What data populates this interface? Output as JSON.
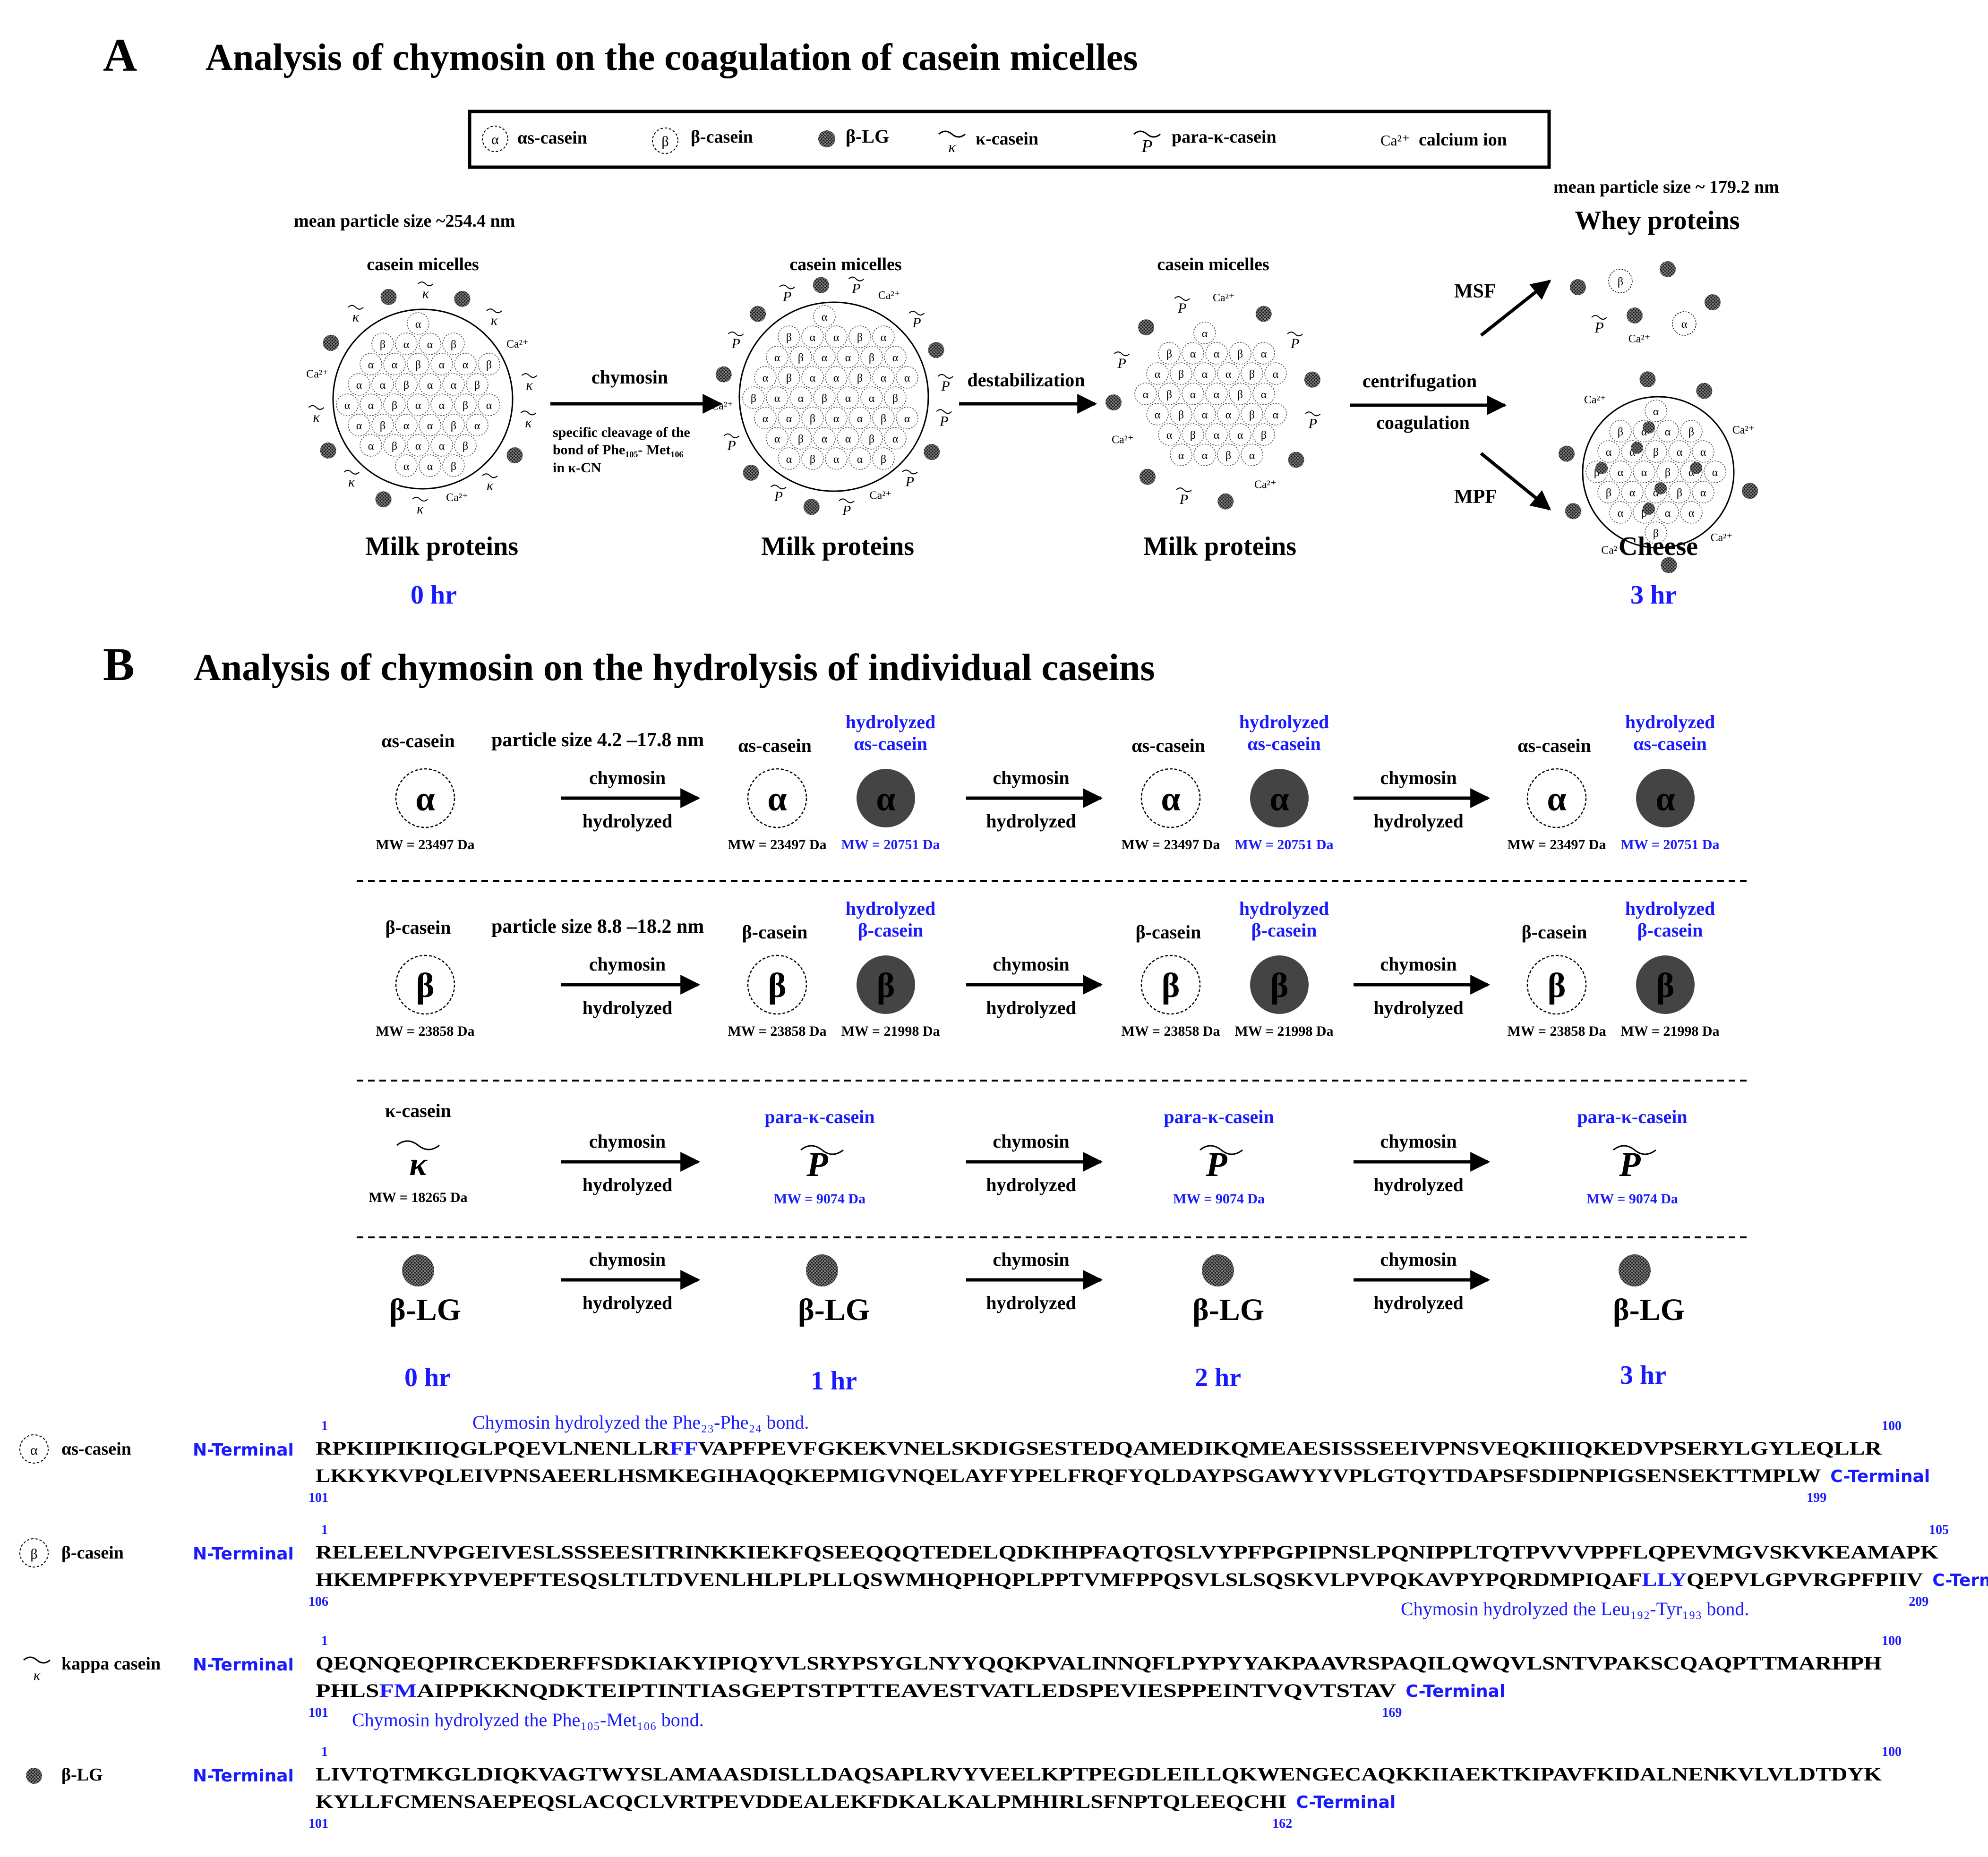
{
  "colors": {
    "ink": "#000000",
    "accent": "#1a1aff",
    "dark_protein": "#444444",
    "grey": "#8a8a8a"
  },
  "panel_a": {
    "letter": "A",
    "title": "Analysis of chymosin on the coagulation of casein micelles",
    "legend": {
      "as_glyph": "α",
      "as_label": "αs-casein",
      "b_glyph": "β",
      "b_label": "β-casein",
      "blg_label": "β-LG",
      "k_glyph": "κ",
      "k_label": "κ-casein",
      "p_glyph": "P",
      "p_label": "para-κ-casein",
      "ca_glyph": "Ca²⁺",
      "ca_label": "calcium ion"
    },
    "mean_size_left": "mean particle size ~254.4 nm",
    "mean_size_right": "mean particle size ~ 179.2 nm",
    "whey_title": "Whey proteins",
    "micelle_label": "casein micelles",
    "chymosin": "chymosin",
    "cleavage_note": [
      "specific cleavage of the",
      "bond of Phe₁₀₅- Met₁₀₆",
      "in κ-CN"
    ],
    "destabilization": "destabilization",
    "centrifugation": "centrifugation",
    "coagulation": "coagulation",
    "msf": "MSF",
    "mpf": "MPF",
    "milk_proteins": "Milk proteins",
    "cheese": "Cheese",
    "ca": "Ca²⁺",
    "time_start": "0 hr",
    "time_end": "3 hr"
  },
  "panel_b": {
    "letter": "B",
    "title": "Analysis of chymosin on the hydrolysis of individual caseins",
    "arrow_top": "chymosin",
    "arrow_bottom": "hydrolyzed",
    "times": [
      "0 hr",
      "1 hr",
      "2 hr",
      "3 hr"
    ],
    "rows": [
      {
        "name": "αs-casein",
        "glyph": "α",
        "size": "particle size 4.2 –17.8 nm",
        "mw": "MW = 23497 Da",
        "hyd_line1": "hydrolyzed",
        "hyd_line2": "αs-casein",
        "hyd_mw": "MW = 20751 Da"
      },
      {
        "name": "β-casein",
        "glyph": "β",
        "size": "particle size 8.8 –18.2 nm",
        "mw": "MW = 23858 Da",
        "hyd_line1": "hydrolyzed",
        "hyd_line2": "β-casein",
        "hyd_mw": "MW = 21998 Da"
      },
      {
        "name": "κ-casein",
        "glyph": "κ",
        "mw": "MW = 18265 Da",
        "para_name": "para-κ-casein",
        "para_glyph": "P",
        "para_mw": "MW = 9074 Da"
      },
      {
        "name": "β-LG"
      }
    ]
  },
  "sequences": {
    "n_terminal": "N-Terminal",
    "c_terminal": "C-Terminal",
    "entries": [
      {
        "label": "αs-casein",
        "glyph": "α",
        "note": "Chymosin hydrolyzed the Phe₂₃-Phe₂₄ bond.",
        "start1": "1",
        "end1": "100",
        "start2": "101",
        "end2": "199",
        "line1_pre": "RPKIIPIKIIQGLPQEVLNENLLR",
        "line1_hl": "FF",
        "line1_post": "VAPFPEVFGKEKVNELSKDIGSESTEDQAMEDIKQMEAESISSSEEIVPNSVEQKIIIQKEDVPSERYLGYLEQLLR",
        "line2_pre": "LKKYKVPQLEIVPNSAEERLHSMKEGIHAQQKEPMIGVNQELAYFYPELFRQFYQLDAYPSGAWYYVPLGTQYTDAPSFSDIPNPIGSENSEKTTMPLW",
        "line2_hl": "",
        "line2_post": ""
      },
      {
        "label": "β-casein",
        "glyph": "β",
        "note": "Chymosin hydrolyzed the Leu₁₉₂-Tyr₁₉₃ bond.",
        "start1": "1",
        "end1": "105",
        "start2": "106",
        "end2": "209",
        "line1_pre": "RELEELNVPGEIVESLSSSEESITRINKKIEKFQSEEQQQTEDELQDKIHPFAQTQSLVYPFPGPIPNSLPQNIPPLTQTPVVVPPFLQPEVMGVSKVKEAMAPK",
        "line1_hl": "",
        "line1_post": "",
        "line2_pre": "HKEMPFPKYPVEPFTESQSLTLTDVENLHLPLPLLQSWMHQPHQPLPPTVMFPPQSVLSLSQSKVLPVPQKAVPYPQRDMPIQAF",
        "line2_hl": "LLY",
        "line2_post": "QEPVLGPVRGPFPIIV"
      },
      {
        "label": "kappa casein",
        "glyph": "κ",
        "note": "Chymosin hydrolyzed the Phe₁₀₅-Met₁₀₆ bond.",
        "start1": "1",
        "end1": "100",
        "start2": "101",
        "end2": "169",
        "line1_pre": "QEQNQEQPIRCEKDERFFSDKIAKYIPIQYVLSRYPSYGLNYYQQKPVALINNQFLPYPYYAKPAAVRSPAQILQWQVLSNTVPAKSCQAQPTTMARHPH",
        "line1_hl": "",
        "line1_post": "",
        "line2_pre": "PHLS",
        "line2_hl": "FM",
        "line2_post": "AIPPKKNQDKTEIPTINTIASGEPTSTPTTEAVESTVATLEDSPEVIESPPEINTVQVTSTAV"
      },
      {
        "label": "β-LG",
        "glyph": "",
        "note": "",
        "start1": "1",
        "end1": "100",
        "start2": "101",
        "end2": "162",
        "line1_pre": "LIVTQTMKGLDIQKVAGTWYSLAMAASDISLLDAQSAPLRVYVEELKPTPEGDLEILLQKWENGECAQKKIIAEKTKIPAVFKIDALNENKVLVLDTDYK",
        "line1_hl": "",
        "line1_post": "",
        "line2_pre": "KYLLFCMENSAEPEQSLACQCLVRTPEVDDEALEKFDKALKALPMHIRLSFNPTQLEEQCHI",
        "line2_hl": "",
        "line2_post": ""
      }
    ]
  }
}
